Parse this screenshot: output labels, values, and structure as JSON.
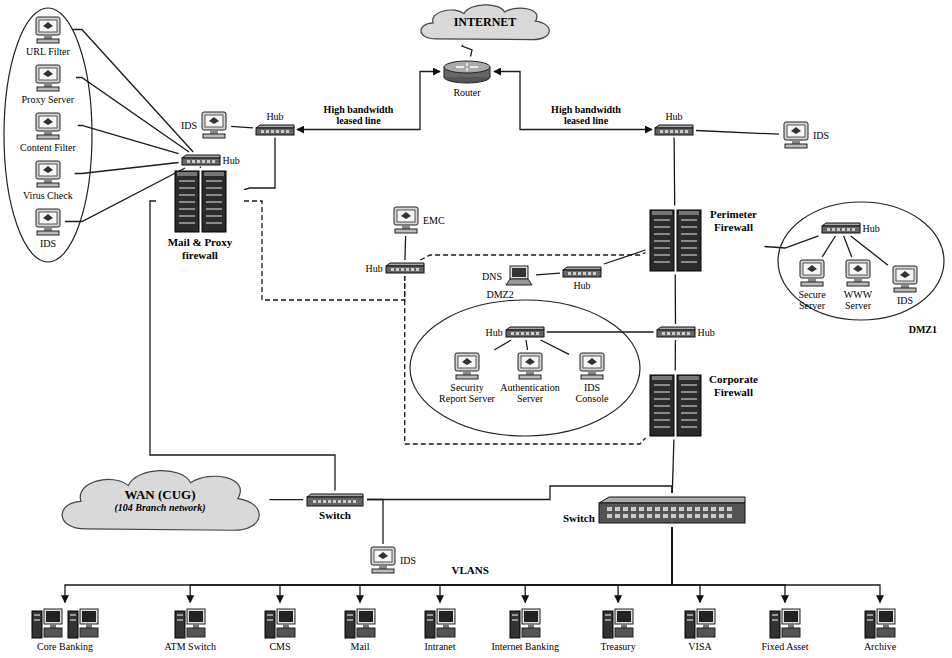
{
  "diagram": {
    "nodes": [
      {
        "text": [
          "INTERNET"
        ]
      },
      {
        "text": [
          "Router"
        ]
      },
      {
        "text": [
          "IDS"
        ]
      },
      {
        "text": [
          "Hub"
        ]
      },
      {
        "text": [
          "Hub"
        ]
      },
      {
        "text": [
          "IDS"
        ]
      },
      {
        "text": [
          "URL Filter"
        ]
      },
      {
        "text": [
          "Proxy Server"
        ]
      },
      {
        "text": [
          "Content Filter"
        ]
      },
      {
        "text": [
          "Virus Check"
        ]
      },
      {
        "text": [
          "IDS"
        ]
      },
      {
        "text": [
          "Hub"
        ]
      },
      {
        "text": [
          "Mail & Proxy firewall"
        ]
      },
      {
        "text": [
          "EMC"
        ]
      },
      {
        "text": [
          "Hub"
        ]
      },
      {
        "text": [
          "DNS"
        ]
      },
      {
        "text": [
          "Hub"
        ]
      },
      {
        "text": [
          "Perimeter Firewall"
        ]
      },
      {
        "text": [
          "DMZ1"
        ]
      },
      {
        "text": [
          "Hub"
        ],
        "in": 18
      },
      {
        "text": [
          "Secure Server"
        ],
        "in": 18
      },
      {
        "text": [
          "WWW Server"
        ],
        "in": 18
      },
      {
        "text": [
          "IDS"
        ],
        "in": 18
      },
      {
        "text": [
          "Hub"
        ]
      },
      {
        "text": [
          "Security Report Server"
        ]
      },
      {
        "text": [
          "Authentication Server"
        ]
      },
      {
        "text": [
          "IDS Console"
        ]
      },
      {
        "text": [
          "Hub"
        ]
      },
      {
        "text": [
          "Corporate Firewall"
        ]
      },
      {
        "text": [
          "WAN (CUG)",
          "(104 Branch network)"
        ]
      },
      {
        "text": [
          "Switch"
        ]
      },
      {
        "text": [
          "IDS"
        ]
      },
      {
        "text": [
          "Switch"
        ]
      },
      {
        "text": [
          "Core Banking"
        ]
      },
      {
        "text": [
          "ATM Switch"
        ]
      },
      {
        "text": [
          "CMS"
        ]
      },
      {
        "text": [
          "Mail"
        ]
      },
      {
        "text": [
          "Intranet"
        ]
      },
      {
        "text": [
          "Internet Banking"
        ]
      },
      {
        "text": [
          "Treasury"
        ]
      },
      {
        "text": [
          "VISA"
        ]
      },
      {
        "text": [
          "Fixed Asset"
        ]
      },
      {
        "text": [
          "Archive"
        ]
      }
    ],
    "edges": [
      {
        "from": 3,
        "to": 1,
        "label": "High bandwidth leased line",
        "arrow": "both"
      },
      {
        "from": 1,
        "to": 4,
        "label": "High bandwidth leased line",
        "arrow": "both"
      },
      {
        "from": 1,
        "to": 0,
        "arrow": "none"
      },
      {
        "from": 2,
        "to": 3,
        "arrow": "none"
      },
      {
        "from": 3,
        "to": 12,
        "arrow": "none"
      },
      {
        "from": 6,
        "to": 11,
        "arrow": "none"
      },
      {
        "from": 7,
        "to": 11,
        "arrow": "none"
      },
      {
        "from": 8,
        "to": 11,
        "arrow": "none"
      },
      {
        "from": 9,
        "to": 11,
        "arrow": "none"
      },
      {
        "from": 10,
        "to": 11,
        "arrow": "none"
      },
      {
        "from": 11,
        "to": 12,
        "arrow": "none"
      },
      {
        "from": 5,
        "to": 4,
        "arrow": "none"
      },
      {
        "from": 4,
        "to": 17,
        "arrow": "none"
      },
      {
        "from": 13,
        "to": 14,
        "arrow": "none"
      },
      {
        "from": 12,
        "to": 14,
        "arrow": "none"
      },
      {
        "from": 14,
        "to": 17,
        "arrow": "none"
      },
      {
        "from": 14,
        "to": 28,
        "arrow": "none"
      },
      {
        "from": 15,
        "to": 16,
        "arrow": "none"
      },
      {
        "from": 16,
        "to": 17,
        "arrow": "none"
      },
      {
        "from": 17,
        "to": 19,
        "arrow": "none"
      },
      {
        "from": 19,
        "to": 20,
        "arrow": "none"
      },
      {
        "from": 19,
        "to": 21,
        "arrow": "none"
      },
      {
        "from": 19,
        "to": 22,
        "arrow": "none"
      },
      {
        "from": 17,
        "to": 27,
        "arrow": "none"
      },
      {
        "from": 27,
        "to": 23,
        "arrow": "none"
      },
      {
        "from": 23,
        "to": 24,
        "arrow": "none"
      },
      {
        "from": 23,
        "to": 25,
        "arrow": "none"
      },
      {
        "from": 23,
        "to": 26,
        "arrow": "none"
      },
      {
        "from": 27,
        "to": 28,
        "arrow": "none"
      },
      {
        "from": 28,
        "to": 32,
        "arrow": "none"
      },
      {
        "from": 12,
        "to": 30,
        "arrow": "none"
      },
      {
        "from": 29,
        "to": 30,
        "arrow": "none"
      },
      {
        "from": 30,
        "to": 31,
        "arrow": "none"
      },
      {
        "from": 30,
        "to": 32,
        "arrow": "none"
      },
      {
        "from": 32,
        "to": 33,
        "arrow": "to"
      },
      {
        "from": 32,
        "to": 34,
        "arrow": "to"
      },
      {
        "from": 32,
        "to": 35,
        "arrow": "to"
      },
      {
        "from": 32,
        "to": 36,
        "arrow": "to"
      },
      {
        "from": 32,
        "to": 37,
        "arrow": "to"
      },
      {
        "from": 32,
        "to": 38,
        "arrow": "to"
      },
      {
        "from": 32,
        "to": 39,
        "arrow": "to"
      },
      {
        "from": 32,
        "to": 40,
        "arrow": "to"
      },
      {
        "from": 32,
        "to": 41,
        "arrow": "to"
      },
      {
        "from": 32,
        "to": 42,
        "arrow": "to"
      }
    ],
    "labels": [
      "DMZ2",
      "VLANS"
    ]
  }
}
